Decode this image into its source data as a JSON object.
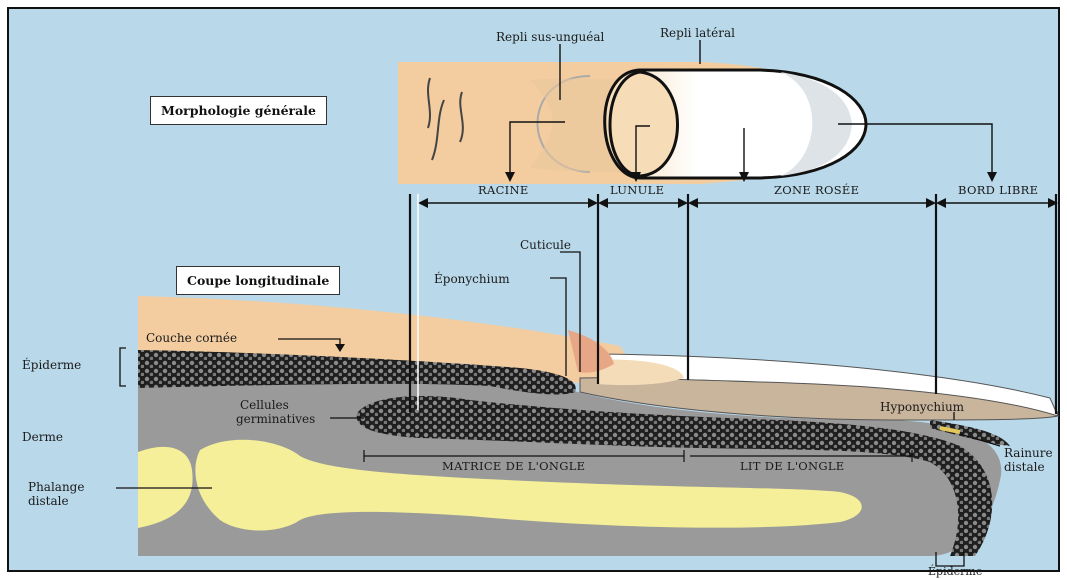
{
  "sections": {
    "morphology_title": "Morphologie générale",
    "section_title": "Coupe longitudinale"
  },
  "zones": {
    "racine": "RACINE",
    "lunule": "LUNULE",
    "zone_rosee": "ZONE ROSÉE",
    "bord_libre": "BORD LIBRE"
  },
  "labels": {
    "repli_sus_ungueal": "Repli sus-unguéal",
    "repli_lateral": "Repli latéral",
    "cuticule": "Cuticule",
    "eponychium": "Éponychium",
    "couche_cornee": "Couche cornée",
    "epiderme_left": "Épiderme",
    "derme": "Derme",
    "cellules": "Cellules",
    "germinatives": "germinatives",
    "phalange": "Phalange",
    "distale": "distale",
    "hyponychium": "Hyponychium",
    "rainure": "Rainure",
    "rainure_distale": "distale",
    "matrice": "MATRICE DE L'ONGLE",
    "lit": "LIT DE L'ONGLE",
    "epiderme_bottom": "Épiderme"
  },
  "colors": {
    "background": "#b9d9ea",
    "skin": "#f3cda0",
    "derme": "#9a9a9a",
    "bone": "#f4ef98",
    "nail_plate": "#c9b49c",
    "cells": "#2a2a2a"
  }
}
